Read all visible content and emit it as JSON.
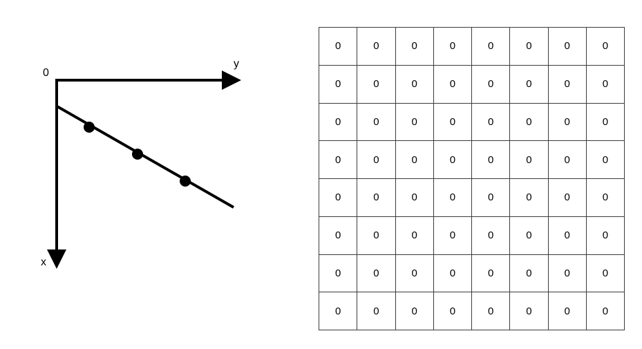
{
  "figure": {
    "left_panel": {
      "name": "coordinate-axis-diagram",
      "origin_label": "0",
      "y_axis_label": "y",
      "x_axis_label": "x",
      "axis_color": "#000000",
      "line_color": "#000000",
      "point_color": "#000000",
      "point_count": 3
    },
    "right_panel": {
      "name": "zero-matrix-grid",
      "rows": 8,
      "cols": 8,
      "border_color": "#3a3a3a",
      "cell_value": "0"
    }
  },
  "chart_data": {
    "type": "scatter",
    "title": "",
    "xlabel": "x",
    "ylabel": "y",
    "grid": false,
    "legend": null,
    "axis_orientation": {
      "origin": "top-left",
      "y_axis_direction": "right",
      "x_axis_direction": "down",
      "origin_label": "0"
    },
    "series": [
      {
        "name": "fitted-line",
        "type": "line",
        "x": [
          0,
          257
        ],
        "y": [
          38,
          185
        ],
        "points": [
          {
            "x": 0,
            "y": 38
          },
          {
            "x": 257,
            "y": 185
          }
        ]
      },
      {
        "name": "data-points",
        "type": "scatter",
        "x": [
          48,
          118,
          187
        ],
        "y": [
          69,
          108,
          147
        ],
        "points": [
          {
            "x": 48,
            "y": 69
          },
          {
            "x": 118,
            "y": 108
          },
          {
            "x": 187,
            "y": 147
          }
        ]
      }
    ],
    "annotations": [
      {
        "text": "0",
        "role": "origin-label"
      },
      {
        "text": "y",
        "role": "horizontal-axis-label"
      },
      {
        "text": "x",
        "role": "vertical-axis-label"
      }
    ]
  },
  "grid_data": {
    "type": "table",
    "rows": [
      [
        "0",
        "0",
        "0",
        "0",
        "0",
        "0",
        "0",
        "0"
      ],
      [
        "0",
        "0",
        "0",
        "0",
        "0",
        "0",
        "0",
        "0"
      ],
      [
        "0",
        "0",
        "0",
        "0",
        "0",
        "0",
        "0",
        "0"
      ],
      [
        "0",
        "0",
        "0",
        "0",
        "0",
        "0",
        "0",
        "0"
      ],
      [
        "0",
        "0",
        "0",
        "0",
        "0",
        "0",
        "0",
        "0"
      ],
      [
        "0",
        "0",
        "0",
        "0",
        "0",
        "0",
        "0",
        "0"
      ],
      [
        "0",
        "0",
        "0",
        "0",
        "0",
        "0",
        "0",
        "0"
      ],
      [
        "0",
        "0",
        "0",
        "0",
        "0",
        "0",
        "0",
        "0"
      ]
    ]
  }
}
